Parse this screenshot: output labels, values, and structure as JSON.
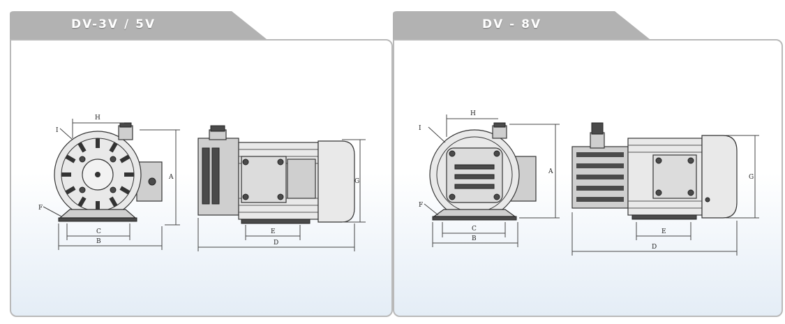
{
  "tabs": {
    "left": "DV-3V / 5V",
    "right": "DV - 8V"
  },
  "dimension_labels": {
    "A": "A",
    "B": "B",
    "C": "C",
    "D": "D",
    "E": "E",
    "F": "F",
    "G": "G",
    "H": "H",
    "I": "I"
  },
  "colors": {
    "tab": "#b2b2b2",
    "panel_border": "#b9b9b9",
    "panel_gradient_bottom": "#e4edf6",
    "line": "#444444"
  }
}
